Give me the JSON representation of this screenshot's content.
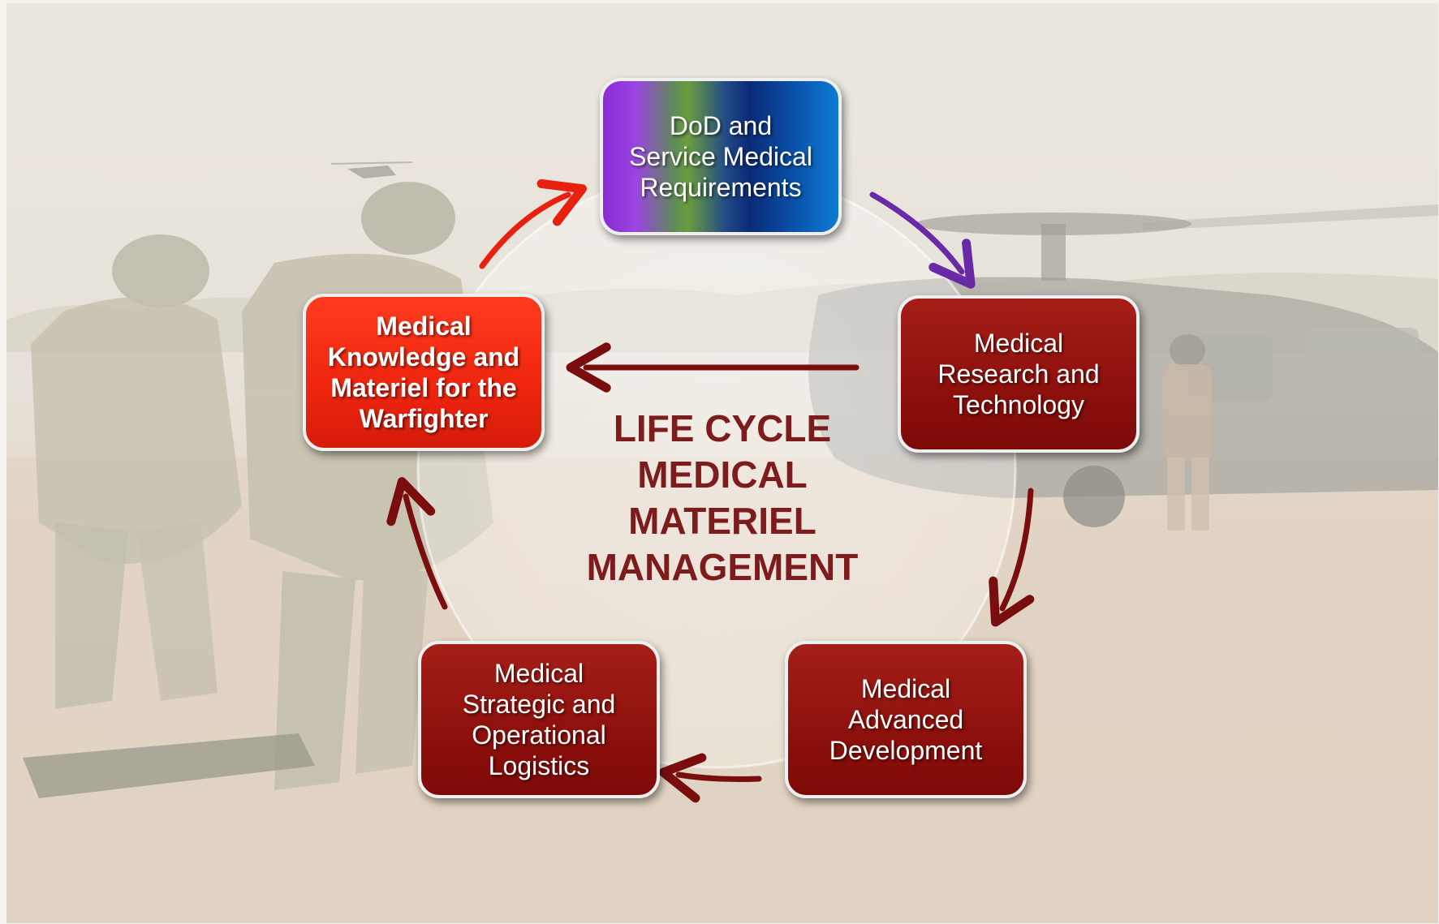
{
  "background": {
    "description_icon": "soldiers-and-helicopter-photo-icon"
  },
  "center_title": "LIFE CYCLE\nMEDICAL\nMATERIEL\nMANAGEMENT",
  "nodes": {
    "requirements": "DoD and\nService Medical\nRequirements",
    "research": "Medical\nResearch and\nTechnology",
    "development": "Medical\nAdvanced\nDevelopment",
    "logistics": "Medical\nStrategic and\nOperational\nLogistics",
    "knowledge": "Medical\nKnowledge and\nMateriel for the\nWarfighter"
  },
  "colors": {
    "node_dark": "#8d100c",
    "node_bright": "#ef250f",
    "title": "#7d1c1c",
    "arrow_dark": "#7a0d0d",
    "arrow_red": "#e8200f",
    "arrow_purple": "#6a2aa8"
  }
}
